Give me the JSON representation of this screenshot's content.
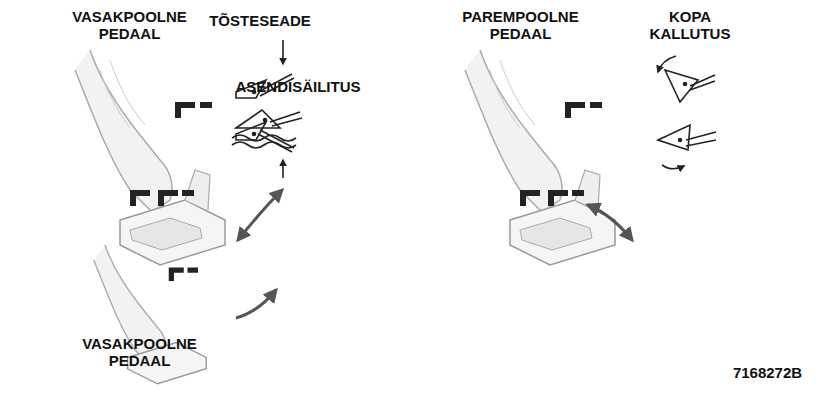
{
  "diagram": {
    "labels": [
      "VASAKPOOLNE PEDAAL",
      "TÕSTESEADE",
      "PAREMPOOLNE PEDAAL",
      "KOPA KALLUTUS",
      "ASENDISÄILITUS",
      "VASAKPOOLNE PEDAAL",
      "7168272B"
    ]
  }
}
